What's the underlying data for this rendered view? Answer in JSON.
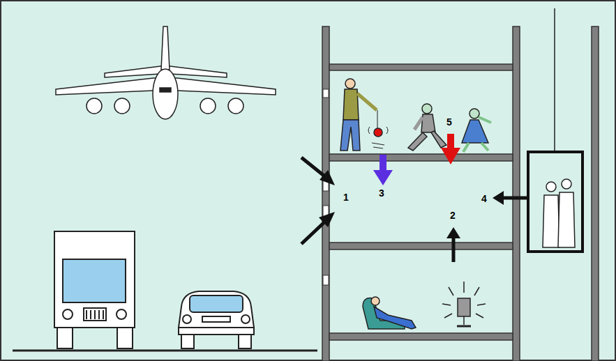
{
  "diagram": {
    "labels": [
      "5",
      "1",
      "3",
      "4",
      "2"
    ]
  }
}
